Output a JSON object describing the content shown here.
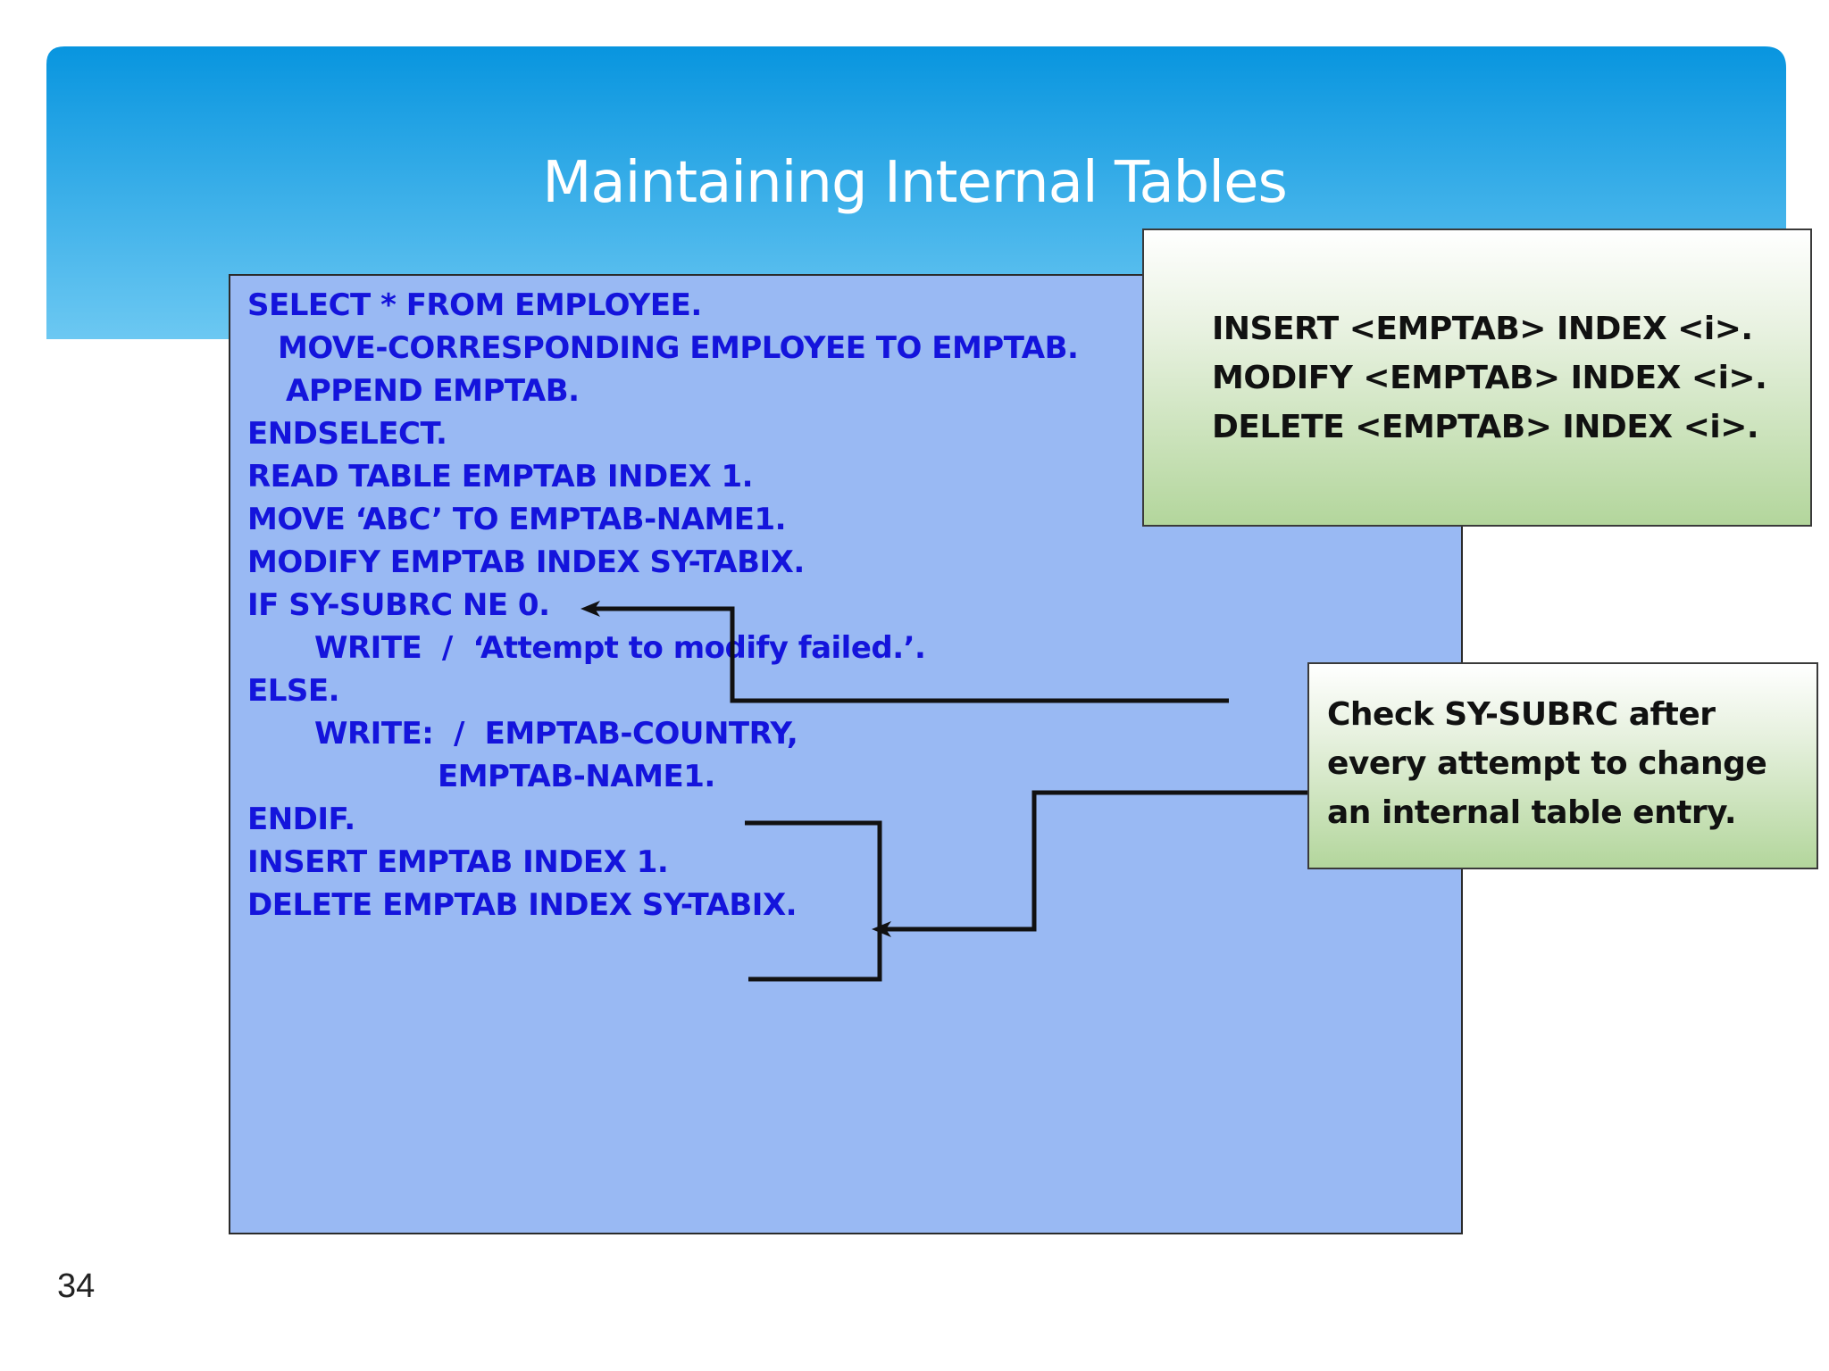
{
  "slide": {
    "title": "Maintaining Internal Tables",
    "page_number": "34",
    "theme_colors": {
      "header_top": "#0895df",
      "header_bottom": "#6cc8f2",
      "code_bg": "#99b9f3",
      "code_text": "#1414dc",
      "note_green": "#b3d69c"
    }
  },
  "code": {
    "lines": [
      "SELECT * FROM EMPLOYEE.",
      "MOVE-CORRESPONDING EMPLOYEE TO EMPTAB.",
      "APPEND EMPTAB.",
      "ENDSELECT.",
      "READ TABLE EMPTAB INDEX 1.",
      "MOVE ‘ABC’ TO EMPTAB-NAME1.",
      "MODIFY EMPTAB INDEX SY-TABIX.",
      "IF SY-SUBRC NE 0.",
      "WRITE  /  ‘Attempt to modify failed.’.",
      "ELSE.",
      "WRITE:  /  EMPTAB-COUNTRY,",
      "EMPTAB-NAME1.",
      "ENDIF.",
      "INSERT EMPTAB INDEX 1.",
      "DELETE EMPTAB INDEX SY-TABIX."
    ]
  },
  "syntax_note": {
    "lines": [
      "INSERT <EMPTAB> INDEX <i>.",
      "MODIFY <EMPTAB> INDEX <i>.",
      "DELETE <EMPTAB> INDEX <i>."
    ]
  },
  "tip_note": {
    "lines": [
      "Check SY-SUBRC after",
      "every attempt to change",
      "an internal table entry."
    ]
  }
}
